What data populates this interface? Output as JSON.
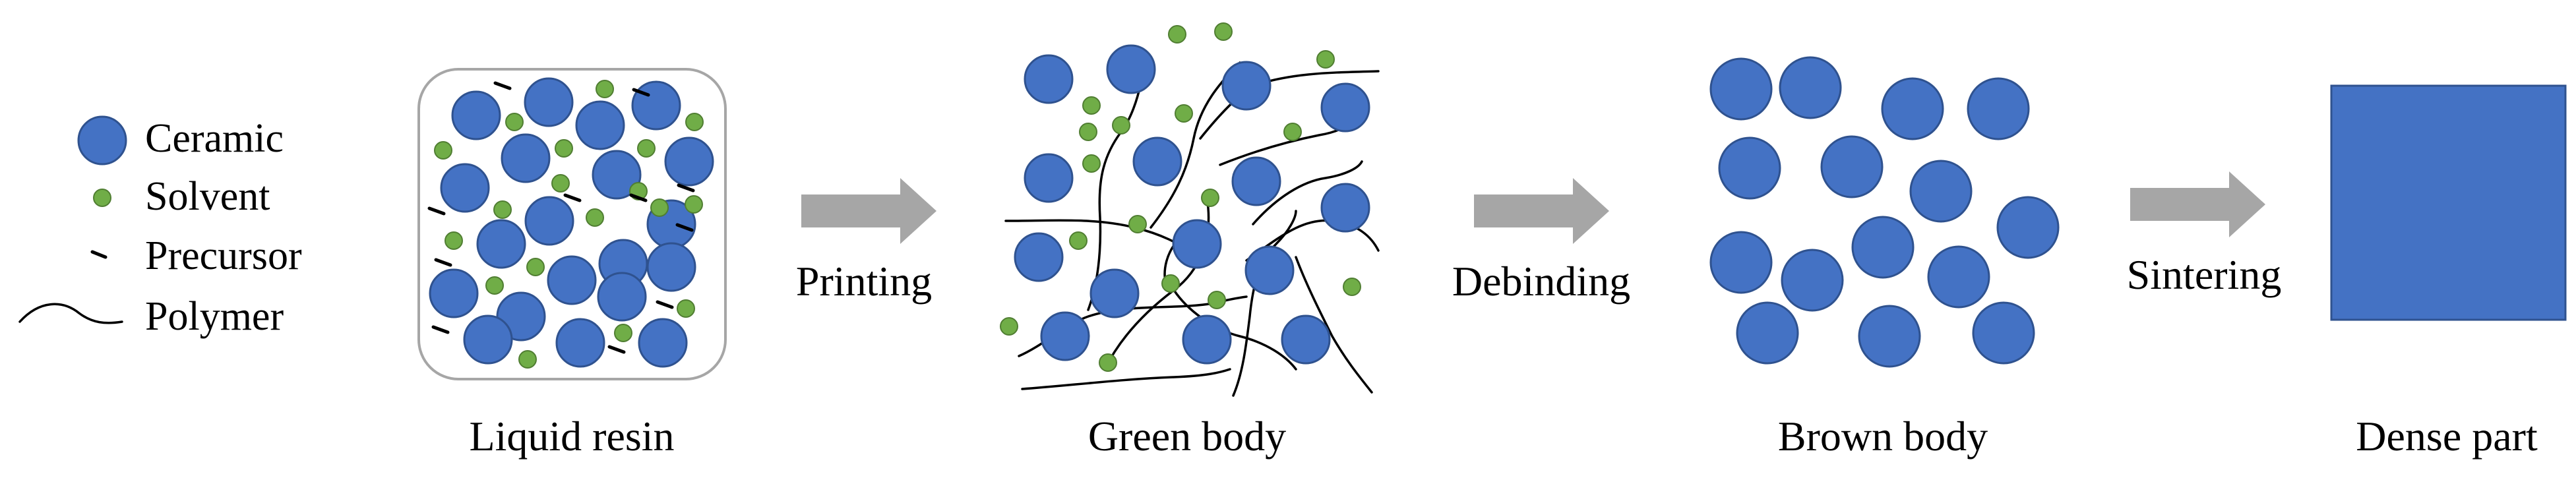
{
  "legend": {
    "ceramic": "Ceramic",
    "solvent": "Solvent",
    "precursor": "Precursor",
    "polymer": "Polymer"
  },
  "stages": {
    "liquid_resin": "Liquid resin",
    "green_body": "Green body",
    "brown_body": "Brown body",
    "dense_part": "Dense part"
  },
  "steps": {
    "printing": "Printing",
    "debinding": "Debinding",
    "sintering": "Sintering"
  },
  "colors": {
    "ceramic": "#4472C4",
    "solvent": "#70AD47",
    "arrow": "#A6A6A6",
    "dense_part": "#4472C4"
  }
}
